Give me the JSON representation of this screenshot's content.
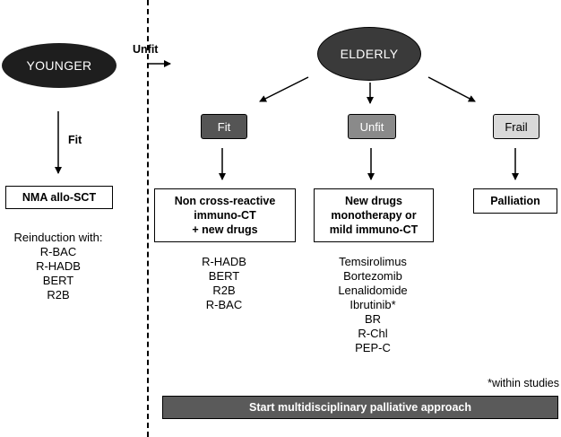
{
  "younger": {
    "label": "YOUNGER",
    "arrow_label": "Fit"
  },
  "elderly": {
    "label": "ELDERLY",
    "arrow_label": "Unfit"
  },
  "categories": {
    "fit": "Fit",
    "unfit": "Unfit",
    "frail": "Frail"
  },
  "boxes": {
    "nma": "NMA allo-SCT",
    "noncross": "Non cross-reactive\nimmuno-CT\n+ new drugs",
    "newdrugs": "New drugs\nmonotherapy or\nmild immuno-CT",
    "palliation": "Palliation"
  },
  "lists": {
    "reinduction": [
      "Reinduction with:",
      "R-BAC",
      "R-HADB",
      "BERT",
      "R2B"
    ],
    "fit": [
      "R-HADB",
      "BERT",
      "R2B",
      "R-BAC"
    ],
    "unfit": [
      "Temsirolimus",
      "Bortezomib",
      "Lenalidomide",
      "Ibrutinib*",
      "BR",
      "R-Chl",
      "PEP-C"
    ]
  },
  "note": "*within studies",
  "bottom_bar": "Start multidisciplinary palliative approach",
  "colors": {
    "younger_oval": "#1e1e1e",
    "elderly_oval": "#3a3a3a",
    "fit_box": "#555555",
    "unfit_box": "#8a8a8a",
    "frail_box": "#d9d9d9",
    "bottom_bar": "#5a5a5a"
  }
}
